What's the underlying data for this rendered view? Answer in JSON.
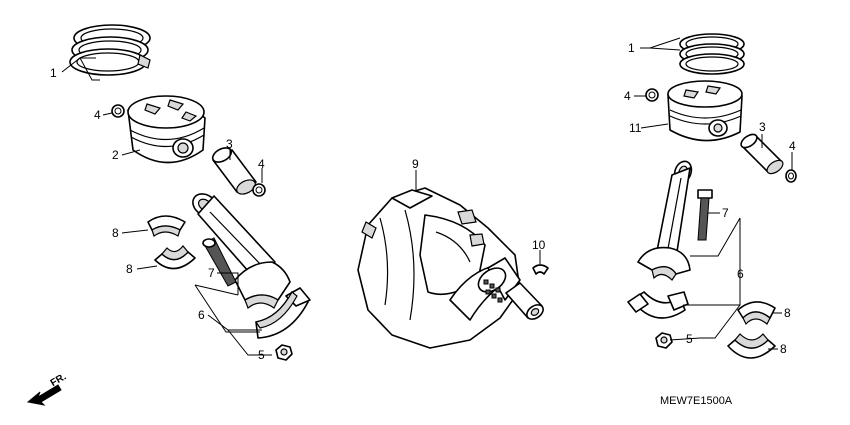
{
  "callouts": {
    "left": [
      "1",
      "4",
      "2",
      "3",
      "4",
      "8",
      "8",
      "7",
      "6",
      "5"
    ],
    "center": [
      "9",
      "10"
    ],
    "right": [
      "1",
      "4",
      "11",
      "3",
      "4",
      "7",
      "6",
      "5",
      "8",
      "8"
    ]
  },
  "direction_label": "FR.",
  "diagram_code": "MEW7E1500A"
}
